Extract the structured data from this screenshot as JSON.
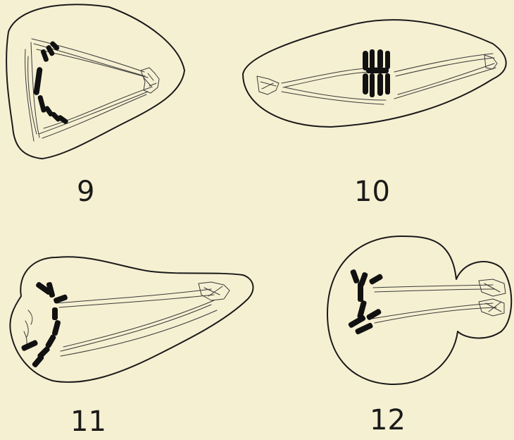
{
  "figures": [
    {
      "id": "fig-9",
      "label": "9"
    },
    {
      "id": "fig-10",
      "label": "10"
    },
    {
      "id": "fig-11",
      "label": "11"
    },
    {
      "id": "fig-12",
      "label": "12"
    }
  ],
  "colors": {
    "paper": "#f6f0d2",
    "ink": "#1a1a1a",
    "chromosome": "#111111",
    "spindle": "#3a3a3a"
  }
}
